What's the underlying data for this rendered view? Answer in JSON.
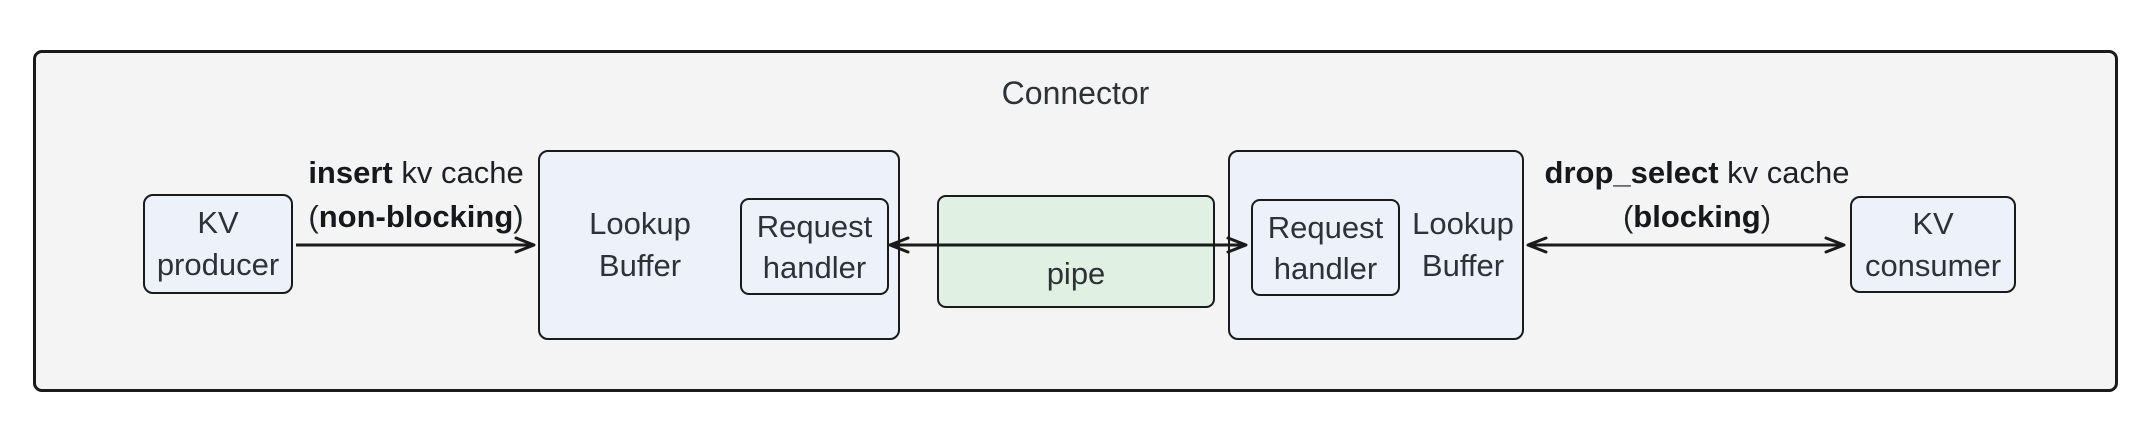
{
  "diagram": {
    "title": "Connector",
    "nodes": {
      "kv_producer": {
        "line1": "KV",
        "line2": "producer"
      },
      "lookup_buffer_left": {
        "line1": "Lookup",
        "line2": "Buffer"
      },
      "request_handler_left": {
        "line1": "Request",
        "line2": "handler"
      },
      "pipe": {
        "label": "pipe"
      },
      "request_handler_right": {
        "line1": "Request",
        "line2": "handler"
      },
      "lookup_buffer_right": {
        "line1": "Lookup",
        "line2": "Buffer"
      },
      "kv_consumer": {
        "line1": "KV",
        "line2": "consumer"
      }
    },
    "edges": {
      "insert": {
        "verb": "insert",
        "suffix": " kv cache",
        "lparen": "(",
        "qualifier": "non-blocking",
        "rparen": ")"
      },
      "drop_select": {
        "verb": "drop_select",
        "suffix": " kv cache",
        "lparen": "(",
        "qualifier": "blocking",
        "rparen": ")"
      }
    },
    "colors": {
      "outer_fill": "#f4f4f4",
      "node_fill": "#edf1fa",
      "pipe_fill": "#e0f0e2",
      "line_color": "#1a1a1a",
      "text_color": "#2d3237",
      "label_color": "#1d2126"
    }
  }
}
